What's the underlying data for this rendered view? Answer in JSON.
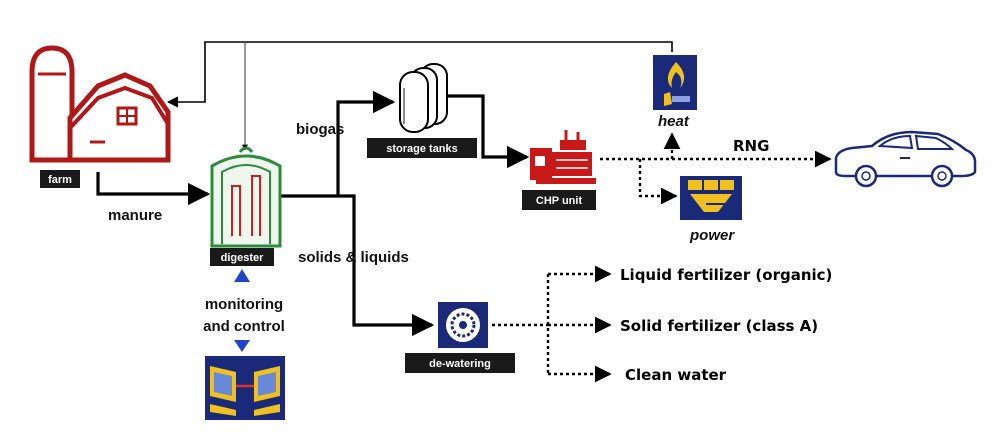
{
  "labels": {
    "farm": "farm",
    "manure": "manure",
    "digester": "digester",
    "monitoring_line1": "monitoring",
    "monitoring_line2": "and control",
    "biogas": "biogas",
    "storage_tanks": "storage tanks",
    "chp_unit": "CHP unit",
    "heat": "heat",
    "power": "power",
    "rng": "RNG",
    "solids_liquids": "solids & liquids",
    "dewatering": "de-watering"
  },
  "outputs": [
    "Liquid fertilizer (organic)",
    "Solid fertilizer (class A)",
    "Clean water"
  ],
  "colors": {
    "barn_red": "#b01818",
    "digester_green": "#2e8b3a",
    "icon_navy": "#1a2a78",
    "icon_yellow": "#f0c020",
    "arrow_blue": "#2244cc",
    "chp_red": "#c81818",
    "label_box": "#1a1a1a"
  },
  "icons": [
    "farm-icon",
    "digester-icon",
    "computer-icon",
    "storage-tanks-icon",
    "chp-icon",
    "heat-icon",
    "power-icon",
    "dewatering-icon",
    "car-icon"
  ]
}
